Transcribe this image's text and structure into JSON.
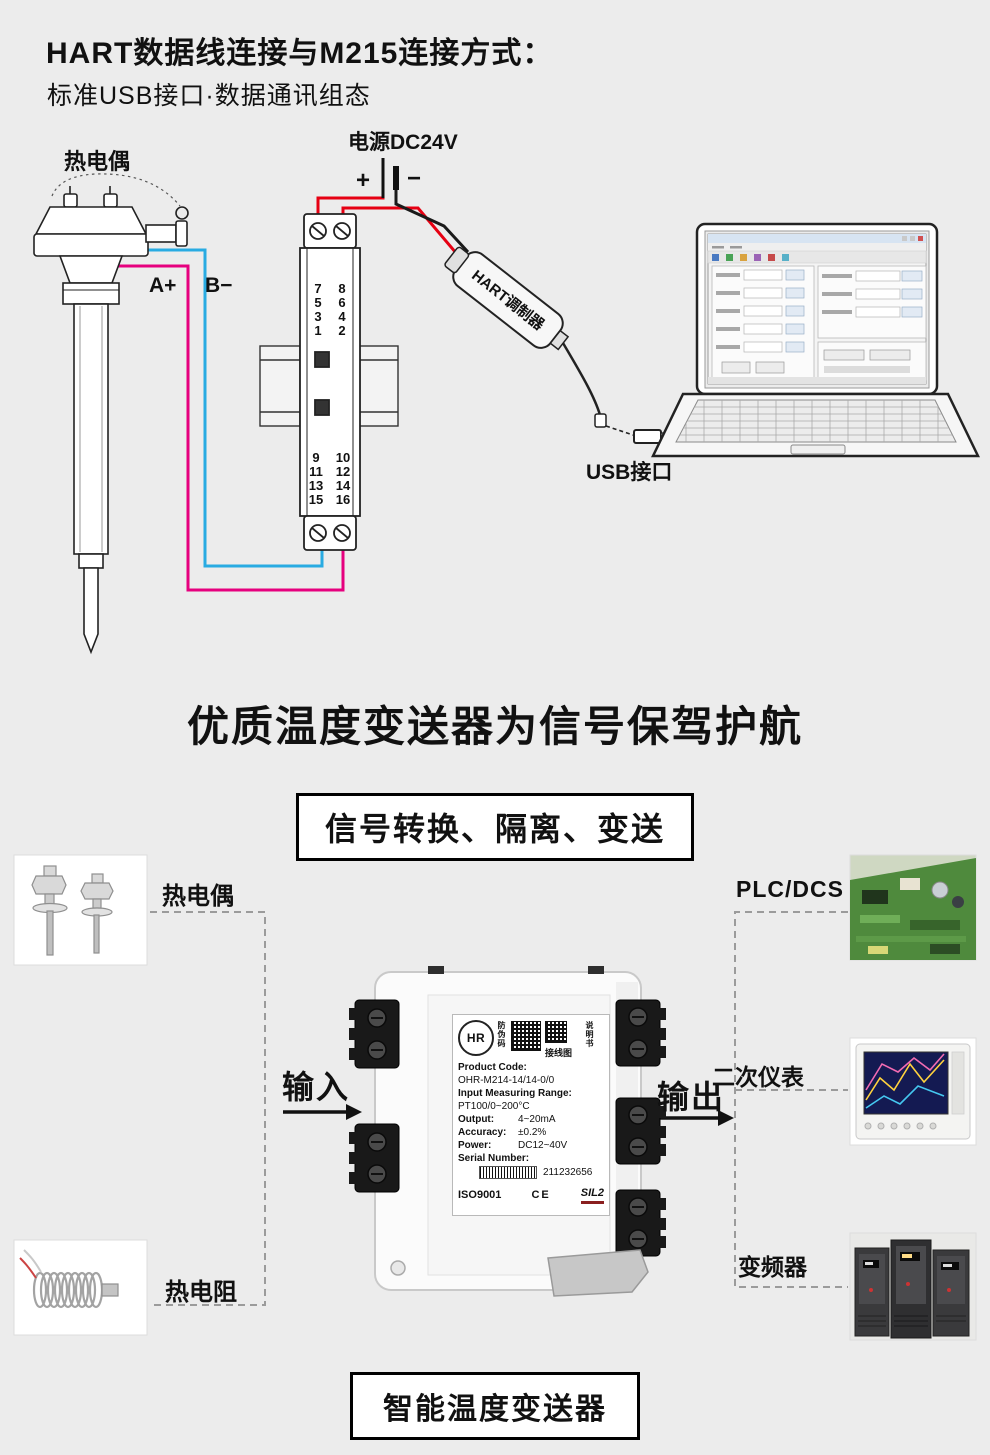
{
  "header": {
    "title": "HART数据线连接与M215连接方式：",
    "subtitle": "标准USB接口·数据通讯组态"
  },
  "wiring": {
    "thermocouple_label": "热电偶",
    "power_label": "电源DC24V",
    "plus": "+",
    "minus": "−",
    "terminal_a": "A+",
    "terminal_b": "B−",
    "hart_label": "HART调制器",
    "usb_label": "USB接口",
    "top_terminals": [
      [
        "7",
        "8"
      ],
      [
        "5",
        "6"
      ],
      [
        "3",
        "4"
      ],
      [
        "1",
        "2"
      ]
    ],
    "bottom_terminals": [
      [
        "9",
        "10"
      ],
      [
        "11",
        "12"
      ],
      [
        "13",
        "14"
      ],
      [
        "15",
        "16"
      ]
    ],
    "wire_colors": {
      "blue": "#29abe2",
      "magenta": "#e6007e",
      "red": "#e60012",
      "black": "#1a1a1a",
      "dashed": "#9b9b9b"
    }
  },
  "slogan": "优质温度变送器为信号保驾护航",
  "feature_banner": "信号转换、隔离、变送",
  "flow": {
    "input_label": "输入",
    "output_label": "输出",
    "source_labels": [
      "热电偶",
      "热电阻"
    ],
    "destination_labels": [
      "PLC/DCS",
      "二次仪表",
      "变频器"
    ]
  },
  "product_label": {
    "brand_circle": "HR",
    "antifake": "防伪码",
    "manual": "说明书",
    "wiring_diagram": "接线图",
    "product_code_label": "Product Code:",
    "product_code": "OHR-M214-14/14-0/0",
    "range_label": "Input Measuring Range:",
    "range_value": "PT100/0~200°C",
    "output_label": "Output:",
    "output_value": "4~20mA",
    "accuracy_label": "Accuracy:",
    "accuracy_value": "±0.2%",
    "power_label": "Power:",
    "power_value": "DC12~40V",
    "serial_label": "Serial Number:",
    "serial_value": "211232656",
    "iso": "ISO9001",
    "ce": "CE",
    "sil": "SIL2"
  },
  "bottom_banner": "智能温度变送器"
}
